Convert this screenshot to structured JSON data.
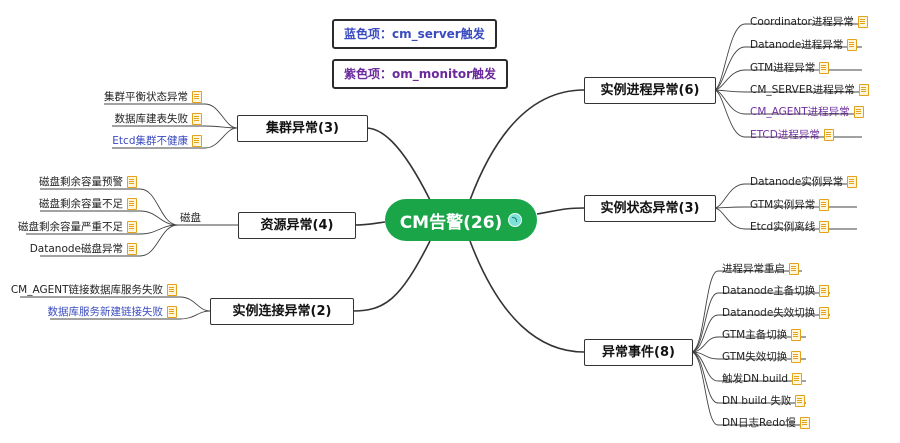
{
  "legend": {
    "blue": "蓝色项：cm_server触发",
    "purple": "紫色项：om_monitor触发"
  },
  "root": {
    "label": "CM告警(26)",
    "icon": "cycle-icon"
  },
  "branches": {
    "cluster": {
      "label": "集群异常(3)",
      "items": [
        "集群平衡状态异常",
        "数据库建表失败",
        "Etcd集群不健康"
      ]
    },
    "resource": {
      "label": "资源异常(4)",
      "group_label": "磁盘",
      "items": [
        "磁盘剩余容量预警",
        "磁盘剩余容量不足",
        "磁盘剩余容量严重不足",
        "Datanode磁盘异常"
      ]
    },
    "connection": {
      "label": "实例连接异常(2)",
      "items": [
        "CM_AGENT链接数据库服务失败",
        "数据库服务新建链接失败"
      ]
    },
    "process": {
      "label": "实例进程异常(6)",
      "items": [
        "Coordinator进程异常",
        "Datanode进程异常",
        "GTM进程异常",
        "CM_SERVER进程异常",
        "CM_AGENT进程异常",
        "ETCD进程异常"
      ]
    },
    "state": {
      "label": "实例状态异常(3)",
      "items": [
        "Datanode实例异常",
        "GTM实例异常",
        "Etcd实例离线"
      ]
    },
    "events": {
      "label": "异常事件(8)",
      "items": [
        "进程异常重启",
        "Datanode主备切换",
        "Datanode失效切换",
        "GTM主备切换",
        "GTM失效切换",
        "触发DN build",
        "DN build 失败",
        "DN日志Redo慢"
      ]
    }
  },
  "colors": {
    "root_fill": "#1aa549",
    "blue_item": "#3a4bbf",
    "purple_item": "#7030a0",
    "note_icon": "#e3a21a"
  },
  "icons": {
    "leaf": "note-icon"
  }
}
